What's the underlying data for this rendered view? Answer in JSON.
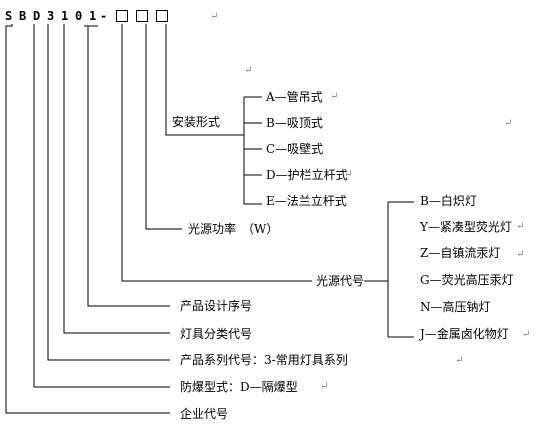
{
  "code": {
    "chars": [
      "S",
      "B",
      "D",
      "3",
      "1",
      "0",
      "1",
      "-"
    ],
    "placeholder_boxes": 3
  },
  "labels": {
    "mount_type": "安装形式",
    "mount_options": [
      "A—管吊式",
      "B—吸顶式",
      "C—吸壁式",
      "D—护栏立杆式",
      "E—法兰立杆式"
    ],
    "power": "光源功率　（W）",
    "light_source": "光源代号",
    "source_options": [
      "B—白炽灯",
      "Y—紧凑型荧光灯",
      "Z—自镇流汞灯",
      "G—荧光高压汞灯",
      "N—高压钠灯",
      "J—金属卤化物灯"
    ],
    "design_seq": "产品设计序号",
    "classification": "灯具分类代号",
    "series": "产品系列代号：3-常用灯具系列",
    "explosion_type": "防爆型式：D—隔爆型",
    "company": "企业代号"
  },
  "paragraph_mark": "↵"
}
